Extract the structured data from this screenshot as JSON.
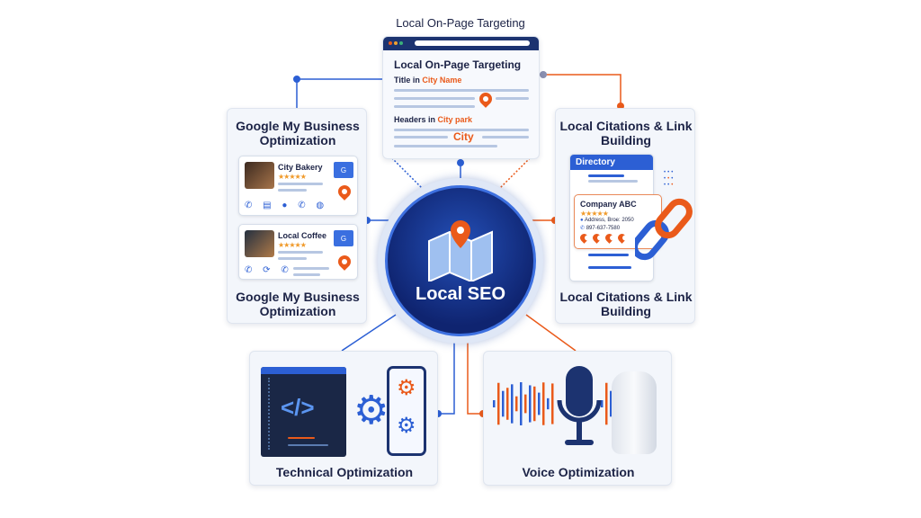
{
  "top": {
    "heading": "Local On-Page Targeting",
    "card_title": "Local On-Page Targeting",
    "title_prefix": "Title in ",
    "title_city": "City Name",
    "headers_prefix": "Headers in ",
    "headers_city": "City park",
    "city_word": "City"
  },
  "center": {
    "label": "Local SEO"
  },
  "gmb": {
    "title": "Google My Business Optimization",
    "footer": "Google My Business Optimization",
    "listings": [
      {
        "name": "City Bakery",
        "stars": "★★★★★"
      },
      {
        "name": "Local Coffee",
        "stars": "★★★★★"
      }
    ],
    "store_badge": "G"
  },
  "citations": {
    "title": "Local Citations & Link Building",
    "footer": "Local Citations & Link Building",
    "directory_label": "Directory",
    "company": "Company ABC",
    "stars": "★★★★★",
    "address": "Address, Broe: 2050",
    "phone": "897-637-7580"
  },
  "technical": {
    "title": "Technical Optimization",
    "code_symbol": "</>"
  },
  "voice": {
    "title": "Voice Optimization"
  },
  "colors": {
    "navy": "#1c2346",
    "blue": "#2c5fd4",
    "orange": "#ea5a1a"
  }
}
